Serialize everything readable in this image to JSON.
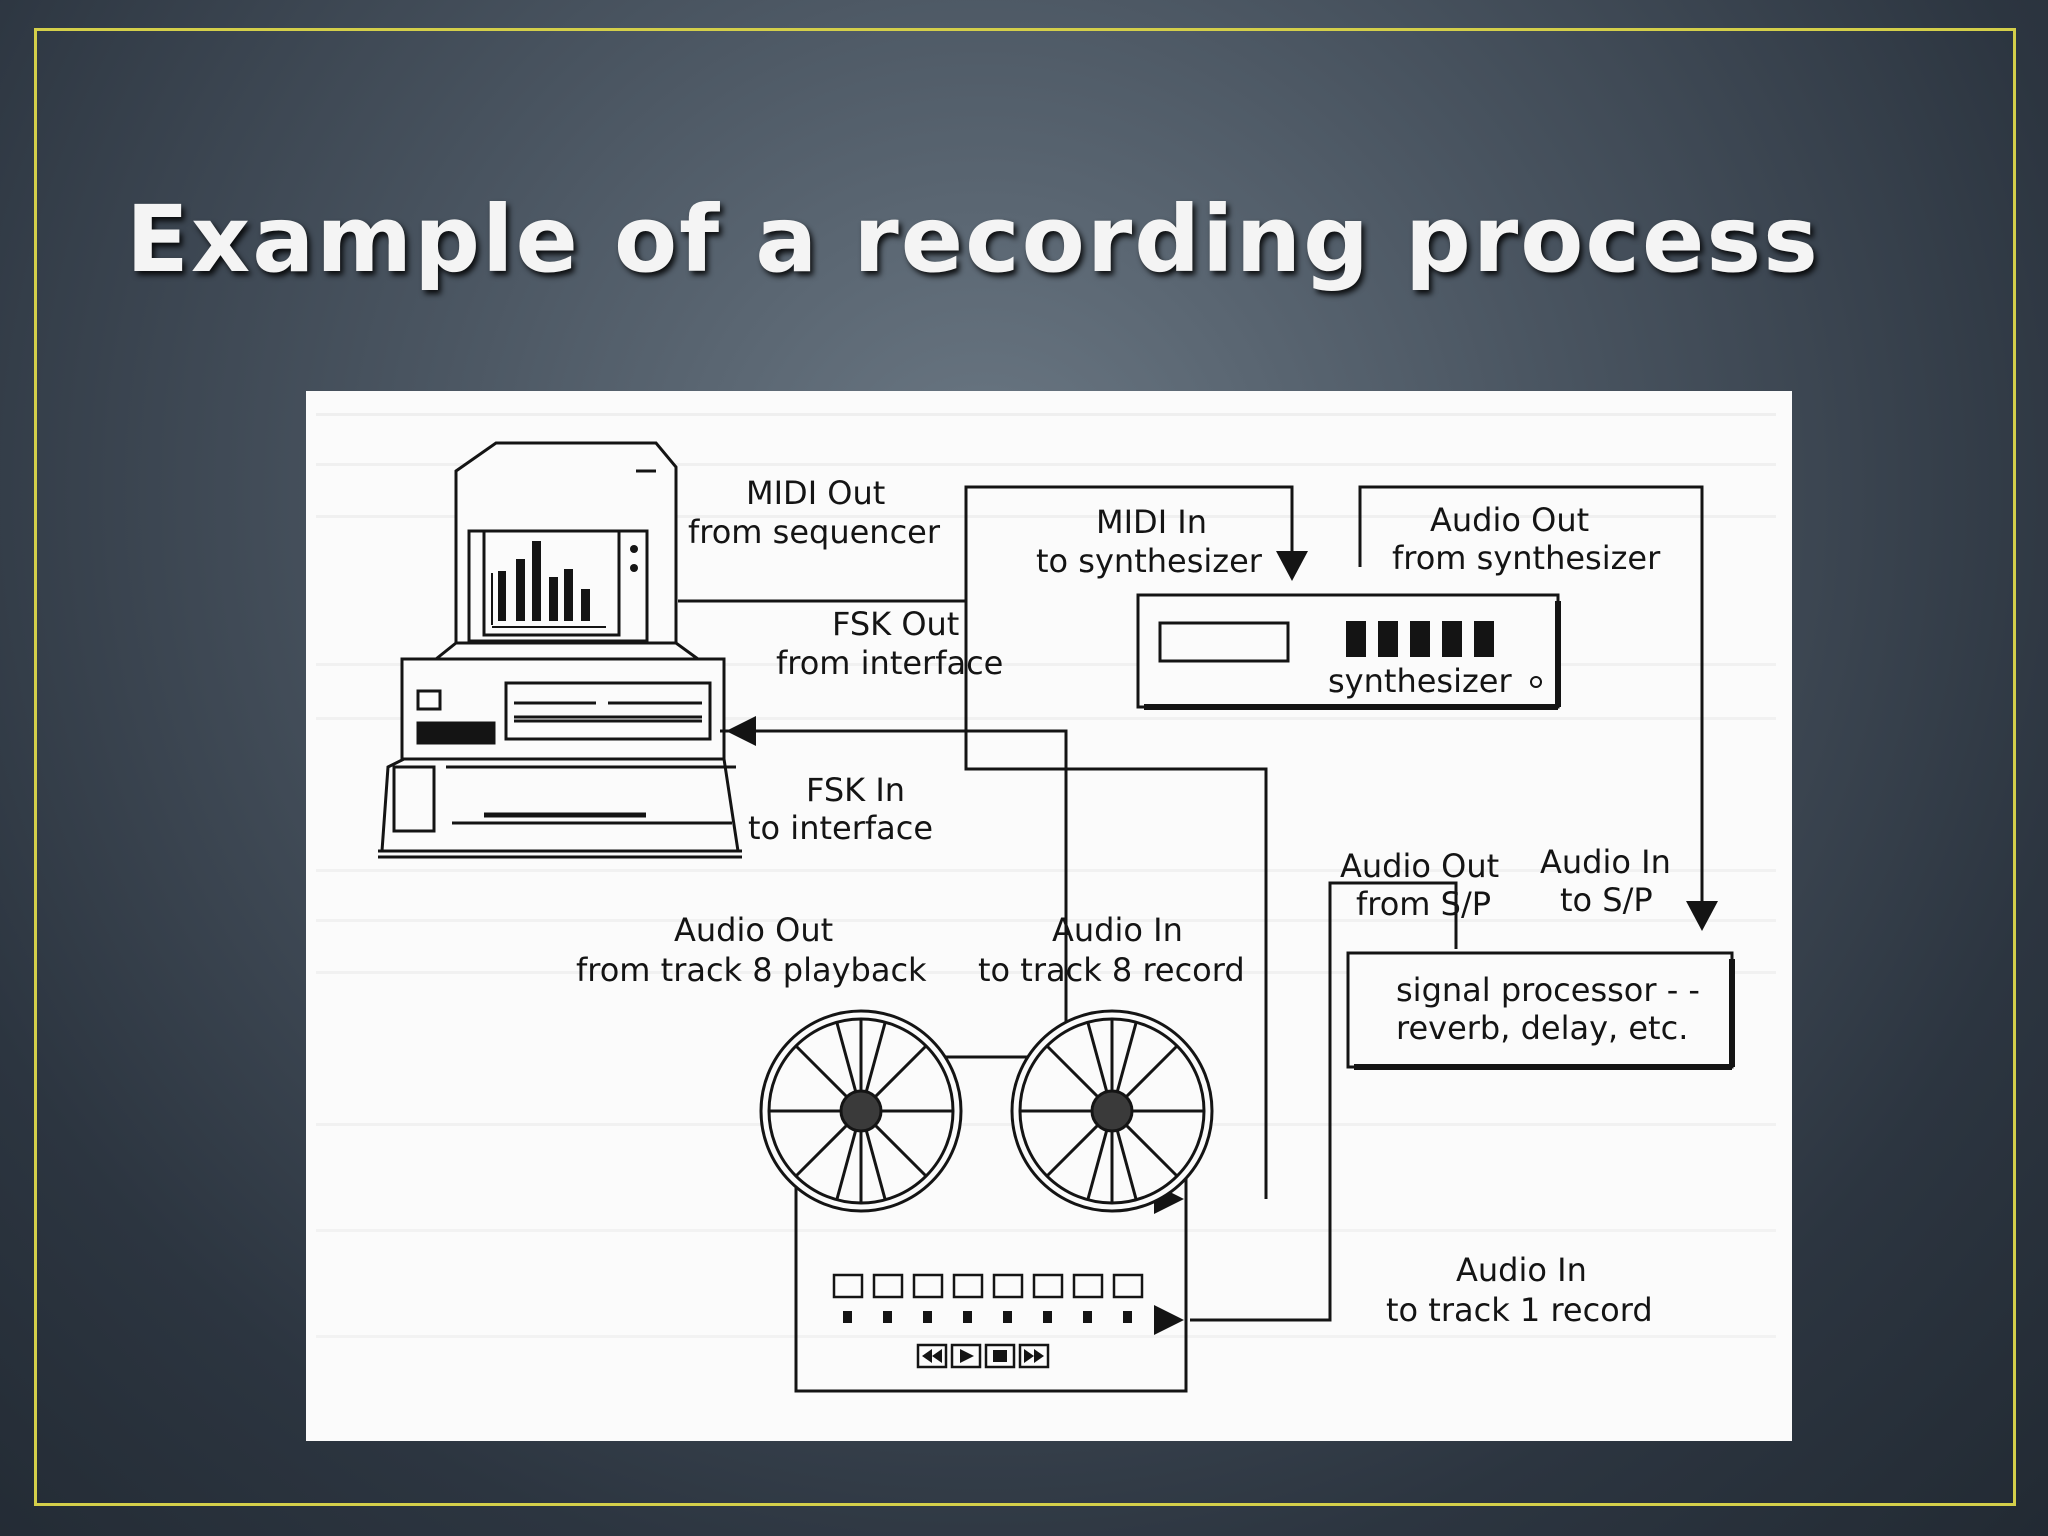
{
  "slide": {
    "title": "Example of a recording process",
    "accent_border_color": "#d4cf4a"
  },
  "diagram": {
    "labels": {
      "midi_out": [
        "MIDI Out",
        "from sequencer"
      ],
      "midi_in": [
        "MIDI In",
        "to synthesizer"
      ],
      "audio_out_synth": [
        "Audio Out",
        "from synthesizer"
      ],
      "fsk_out": [
        "FSK Out",
        "from interface"
      ],
      "fsk_in": [
        "FSK In",
        "to interface"
      ],
      "audio_out_track8": [
        "Audio Out",
        "from track 8 playback"
      ],
      "audio_in_track8": [
        "Audio In",
        "to track 8 record"
      ],
      "audio_out_sp": [
        "Audio Out",
        "from S/P"
      ],
      "audio_in_sp": [
        "Audio In",
        "to S/P"
      ],
      "audio_in_track1": [
        "Audio In",
        "to track 1 record"
      ]
    },
    "devices": {
      "synthesizer": "synthesizer",
      "signal_processor": [
        "signal processor - -",
        "reverb, delay, etc."
      ]
    },
    "icons": [
      "computer-icon",
      "tape-recorder-icon",
      "synthesizer-icon"
    ]
  }
}
